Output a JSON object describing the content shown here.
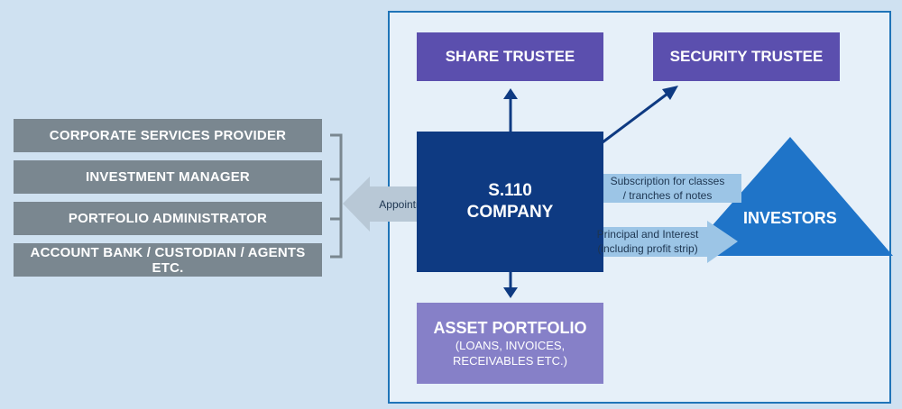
{
  "left_roles": [
    {
      "label": "CORPORATE SERVICES PROVIDER"
    },
    {
      "label": "INVESTMENT MANAGER"
    },
    {
      "label": "PORTFOLIO ADMINISTRATOR"
    },
    {
      "label": "ACCOUNT BANK / CUSTODIAN / AGENTS ETC."
    }
  ],
  "appointment_label": "Appointment",
  "share_trustee": "SHARE TRUSTEE",
  "security_trustee": "SECURITY TRUSTEE",
  "company": {
    "line1": "S.110",
    "line2": "COMPANY"
  },
  "investors": "INVESTORS",
  "subscription": {
    "line1": "Subscription for classes",
    "line2": "/ tranches of notes"
  },
  "principal": {
    "line1": "Principal and Interest",
    "line2": "(including profit strip)"
  },
  "asset_portfolio": {
    "title": "ASSET PORTFOLIO",
    "line2": "(LOANS, INVOICES,",
    "line3": "RECEIVABLES ETC.)"
  },
  "colors": {
    "purple": "#5b4fae",
    "navy": "#0e3a82",
    "grey": "#7a8790",
    "investors_blue": "#1f74c8",
    "light_arrow": "#9cc5e6",
    "appointment_arrow": "#b8c8d6",
    "frame_border": "#1f74b8"
  }
}
